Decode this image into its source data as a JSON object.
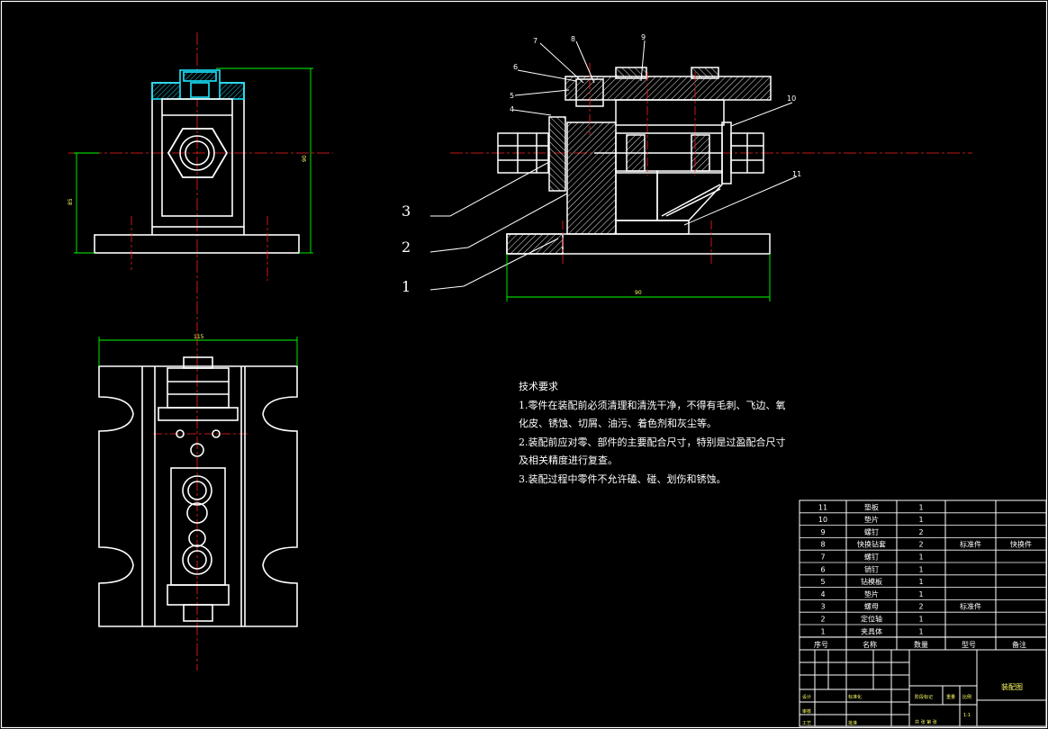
{
  "colors": {
    "background": "#000000",
    "line": "#ffffff",
    "center": "#ff2020",
    "dim": "#00ff00",
    "text_yellow": "#ffff66"
  },
  "views": {
    "front": {
      "dim_height": "85",
      "dim_overall": "90"
    },
    "side": {
      "dim_width": "90",
      "balloons": [
        "7",
        "8",
        "9",
        "6",
        "5",
        "4",
        "10",
        "11"
      ],
      "leaders": [
        "3",
        "2",
        "1"
      ]
    },
    "top": {
      "dim_width": "115"
    }
  },
  "technical_requirements": {
    "title": "技术要求",
    "lines": [
      "1.零件在装配前必须清理和清洗干净，不得有毛刺、飞边、氧",
      "化皮、锈蚀、切屑、油污、着色剂和灰尘等。",
      "2.装配前应对零、部件的主要配合尺寸，特别是过盈配合尺寸",
      "及相关精度进行复查。",
      "3.装配过程中零件不允许磕、碰、划伤和锈蚀。"
    ]
  },
  "parts_list": {
    "rows": [
      {
        "no": "11",
        "name": "垫板",
        "qty": "1",
        "material": "",
        "note": ""
      },
      {
        "no": "10",
        "name": "垫片",
        "qty": "1",
        "material": "",
        "note": ""
      },
      {
        "no": "9",
        "name": "螺钉",
        "qty": "2",
        "material": "",
        "note": ""
      },
      {
        "no": "8",
        "name": "快换钻套",
        "qty": "2",
        "material": "标准件",
        "note": "快换件"
      },
      {
        "no": "7",
        "name": "螺钉",
        "qty": "1",
        "material": "",
        "note": ""
      },
      {
        "no": "6",
        "name": "销钉",
        "qty": "1",
        "material": "",
        "note": ""
      },
      {
        "no": "5",
        "name": "钻模板",
        "qty": "1",
        "material": "",
        "note": ""
      },
      {
        "no": "4",
        "name": "垫片",
        "qty": "1",
        "material": "",
        "note": ""
      },
      {
        "no": "3",
        "name": "螺母",
        "qty": "2",
        "material": "标准件",
        "note": ""
      },
      {
        "no": "2",
        "name": "定位轴",
        "qty": "1",
        "material": "",
        "note": ""
      },
      {
        "no": "1",
        "name": "夹具体",
        "qty": "1",
        "material": "",
        "note": ""
      }
    ],
    "header": {
      "no": "序号",
      "name": "名称",
      "qty": "数量",
      "material": "型号",
      "note": "备注"
    }
  },
  "title_block": {
    "drawing_name": "装配图",
    "labels": {
      "design": "设计",
      "standard": "标准化",
      "review": "审核",
      "process": "工艺",
      "approve": "批准",
      "stage": "阶段标记",
      "weight": "重量",
      "scale": "比例",
      "sheet": "共 张 第 张",
      "scale_value": "1:1"
    }
  }
}
